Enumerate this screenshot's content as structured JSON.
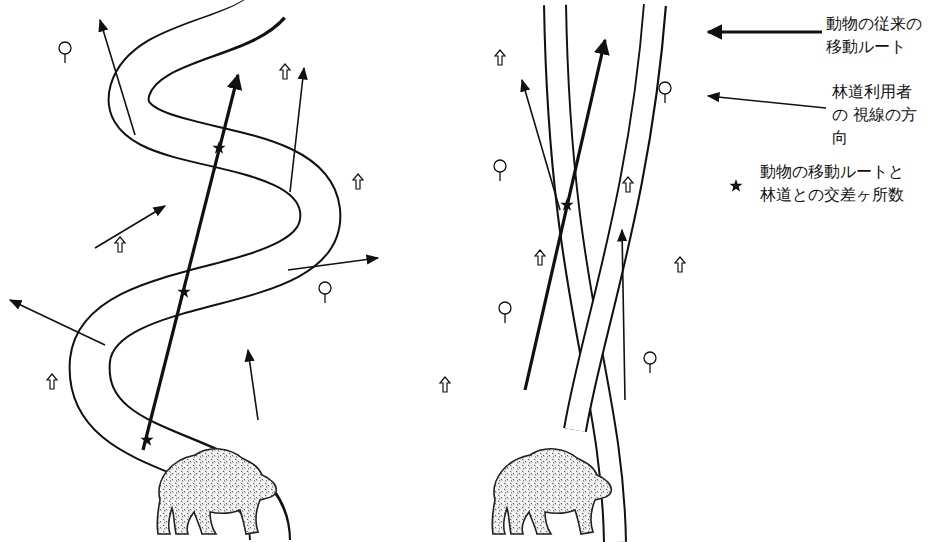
{
  "diagram": {
    "legend": [
      {
        "text": "動物の従来の 移動ルート"
      },
      {
        "text": "林道利用者の 視線の方向"
      },
      {
        "text": "動物の移動ルートと 林道との交差ヶ所数"
      }
    ]
  }
}
